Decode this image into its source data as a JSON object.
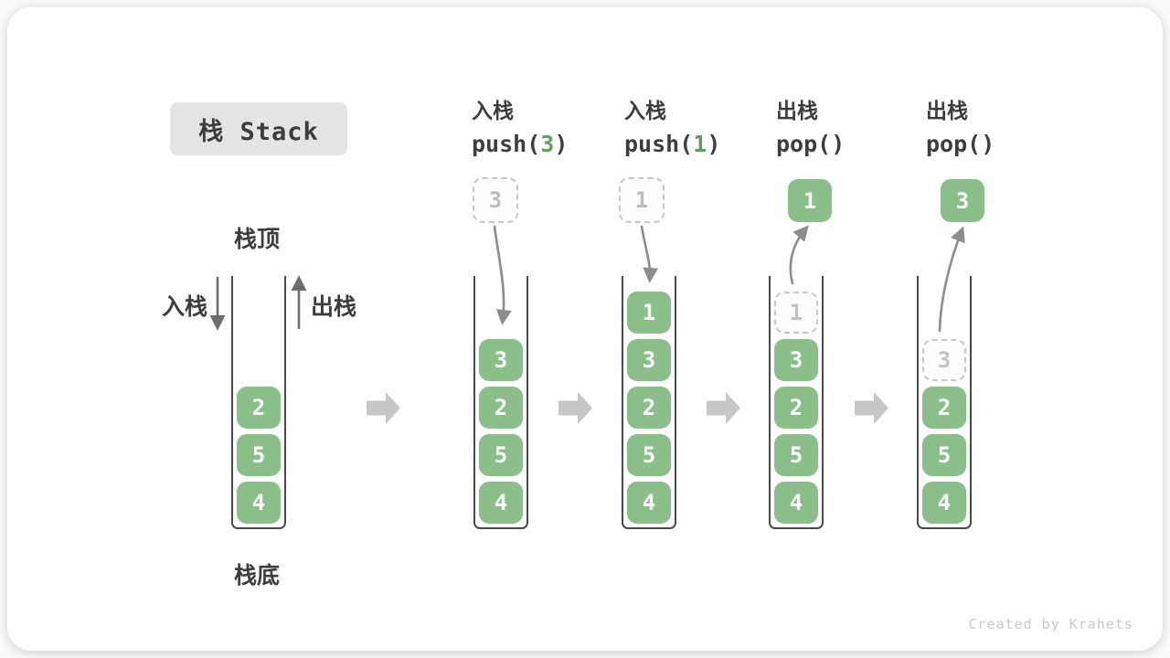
{
  "title": "栈 Stack",
  "labels": {
    "stack_top": "栈顶",
    "stack_bottom": "栈底",
    "push_side": "入栈",
    "pop_side": "出栈"
  },
  "operations": [
    {
      "action": "入栈",
      "pre": "push(",
      "arg": "3",
      "post": ")"
    },
    {
      "action": "入栈",
      "pre": "push(",
      "arg": "1",
      "post": ")"
    },
    {
      "action": "出栈",
      "pre": "pop(",
      "arg": "",
      "post": ")"
    },
    {
      "action": "出栈",
      "pre": "pop(",
      "arg": "",
      "post": ")"
    }
  ],
  "stacks": [
    {
      "cells": [
        "2",
        "5",
        "4"
      ]
    },
    {
      "floating": "3",
      "cells": [
        "3",
        "2",
        "5",
        "4"
      ]
    },
    {
      "floating": "1",
      "cells": [
        "1",
        "3",
        "2",
        "5",
        "4"
      ]
    },
    {
      "floating": "1",
      "ghost": "1",
      "cells": [
        "3",
        "2",
        "5",
        "4"
      ]
    },
    {
      "floating": "3",
      "ghost": "3",
      "cells": [
        "2",
        "5",
        "4"
      ]
    }
  ],
  "colors": {
    "cell_green": "#8abf8a",
    "code_arg_green": "#5da05d",
    "title_badge_bg": "#e4e4e4",
    "text_dark": "#3d3d3d",
    "ghost_gray": "#c6c6c6",
    "flow_arrow_gray": "#c7c7c7",
    "thin_arrow_gray": "#8c8c8c"
  },
  "watermark": "Created by Krahets"
}
